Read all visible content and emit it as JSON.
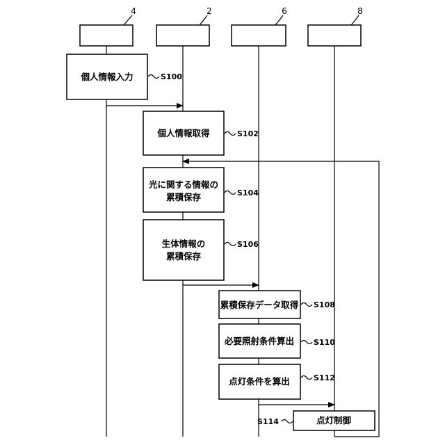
{
  "lanes": [
    {
      "id": "lane-4",
      "ref": "4"
    },
    {
      "id": "lane-2",
      "ref": "2"
    },
    {
      "id": "lane-6",
      "ref": "6"
    },
    {
      "id": "lane-8",
      "ref": "8"
    }
  ],
  "steps": [
    {
      "id": "S100",
      "label": "S100",
      "lines": [
        "個人情報入力"
      ]
    },
    {
      "id": "S102",
      "label": "S102",
      "lines": [
        "個人情報取得"
      ]
    },
    {
      "id": "S104",
      "label": "S104",
      "lines": [
        "光に関する情報の",
        "累積保存"
      ]
    },
    {
      "id": "S106",
      "label": "S106",
      "lines": [
        "生体情報の",
        "累積保存"
      ]
    },
    {
      "id": "S108",
      "label": "S108",
      "lines": [
        "累積保存データ取得"
      ]
    },
    {
      "id": "S110",
      "label": "S110",
      "lines": [
        "必要照射条件算出"
      ]
    },
    {
      "id": "S112",
      "label": "S112",
      "lines": [
        "点灯条件を算出"
      ]
    },
    {
      "id": "S114",
      "label": "S114",
      "lines": [
        "点灯制御"
      ]
    }
  ]
}
